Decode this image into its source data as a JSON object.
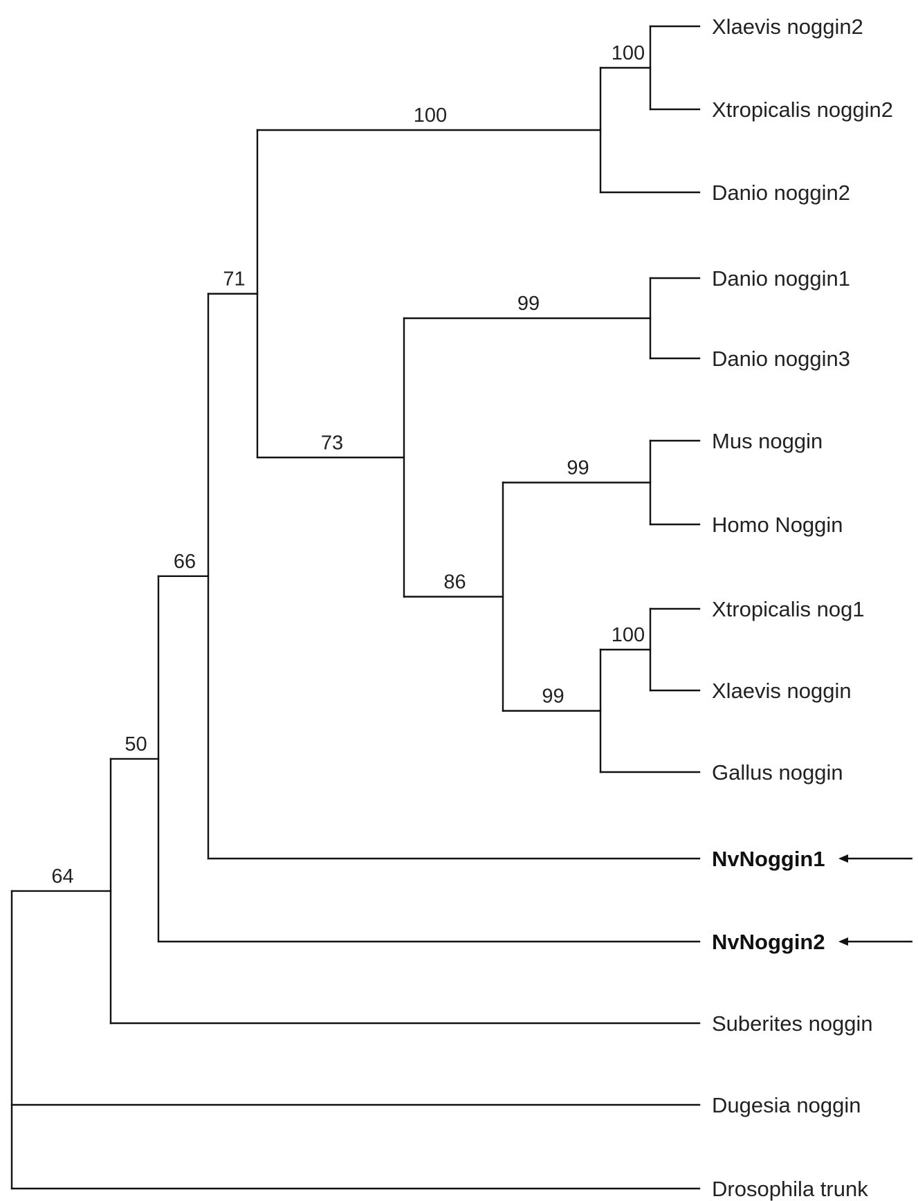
{
  "tree": {
    "taxa": [
      {
        "id": "t1",
        "label": "Xlaevis noggin2",
        "bold": false,
        "arrow": false
      },
      {
        "id": "t2",
        "label": "Xtropicalis noggin2",
        "bold": false,
        "arrow": false
      },
      {
        "id": "t3",
        "label": "Danio noggin2",
        "bold": false,
        "arrow": false
      },
      {
        "id": "t4",
        "label": "Danio noggin1",
        "bold": false,
        "arrow": false
      },
      {
        "id": "t5",
        "label": "Danio noggin3",
        "bold": false,
        "arrow": false
      },
      {
        "id": "t6",
        "label": "Mus noggin",
        "bold": false,
        "arrow": false
      },
      {
        "id": "t7",
        "label": "Homo Noggin",
        "bold": false,
        "arrow": false
      },
      {
        "id": "t8",
        "label": "Xtropicalis nog1",
        "bold": false,
        "arrow": false
      },
      {
        "id": "t9",
        "label": "Xlaevis noggin",
        "bold": false,
        "arrow": false
      },
      {
        "id": "t10",
        "label": "Gallus noggin",
        "bold": false,
        "arrow": false
      },
      {
        "id": "t11",
        "label": "NvNoggin1",
        "bold": true,
        "arrow": true
      },
      {
        "id": "t12",
        "label": "NvNoggin2",
        "bold": true,
        "arrow": true
      },
      {
        "id": "t13",
        "label": "Suberites noggin",
        "bold": false,
        "arrow": false
      },
      {
        "id": "t14",
        "label": "Dugesia noggin",
        "bold": false,
        "arrow": false
      },
      {
        "id": "t15",
        "label": "Drosophila trunk",
        "bold": false,
        "arrow": false
      }
    ],
    "clades": [
      {
        "id": "A",
        "support": "100",
        "children": [
          "t1",
          "t2"
        ]
      },
      {
        "id": "B",
        "support": "100",
        "children": [
          "A",
          "t3"
        ]
      },
      {
        "id": "C",
        "support": "99",
        "children": [
          "t4",
          "t5"
        ]
      },
      {
        "id": "D",
        "support": "99",
        "children": [
          "t6",
          "t7"
        ]
      },
      {
        "id": "E",
        "support": "100",
        "children": [
          "t8",
          "t9"
        ]
      },
      {
        "id": "F",
        "support": "99",
        "children": [
          "E",
          "t10"
        ]
      },
      {
        "id": "G",
        "support": "86",
        "children": [
          "D",
          "F"
        ]
      },
      {
        "id": "H",
        "support": "73",
        "children": [
          "C",
          "G"
        ]
      },
      {
        "id": "I",
        "support": "71",
        "children": [
          "B",
          "H"
        ]
      },
      {
        "id": "J",
        "support": "66",
        "children": [
          "I",
          "t11"
        ]
      },
      {
        "id": "K",
        "support": "50",
        "children": [
          "J",
          "t12"
        ]
      },
      {
        "id": "L",
        "support": "64",
        "children": [
          "K",
          "t13"
        ]
      },
      {
        "id": "root",
        "support": "",
        "children": [
          "L",
          "t14",
          "t15"
        ]
      }
    ]
  }
}
